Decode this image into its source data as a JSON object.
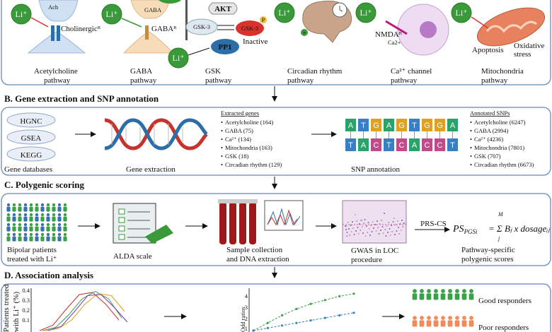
{
  "lithium_label": "Li⁺",
  "section_a": {
    "pathways": [
      {
        "label_line1": "Acetylcholine",
        "label_line2": "pathway"
      },
      {
        "label_line1": "GABA",
        "label_line2": "pathway"
      },
      {
        "label_line1": "GSK",
        "label_line2": "pathway"
      },
      {
        "label_line1": "Circadian rhythm",
        "label_line2": "pathway"
      },
      {
        "label_line1": "Ca²⁺ channel",
        "label_line2": "pathway"
      },
      {
        "label_line1": "Mitochondria",
        "label_line2": "pathway"
      }
    ],
    "ach_label": "Ach",
    "cholinergic_receptor": "Cholinergicᴿ",
    "gaba_label": "GABA",
    "gaba_receptor": "GABAᴿ",
    "akt": "AKT",
    "gsk3": "GSK-3",
    "gsk3_inactive": "GSK-3",
    "inactive": "Inactive",
    "pp1": "PP1",
    "p_badge": "P",
    "nmda": "NMDAᴿ",
    "ca_ion": "Ca2+",
    "apoptosis": "Apoptosis",
    "oxidative_line1": "Oxidative",
    "oxidative_line2": "stress",
    "plus": "+"
  },
  "section_b": {
    "title": "B. Gene extraction and SNP annotation",
    "databases": [
      "HGNC",
      "GSEA",
      "KEGG"
    ],
    "databases_caption": "Gene databases",
    "extraction_caption": "Gene extraction",
    "extracted_title": "Extracted genes",
    "extracted_items": [
      "Acetylcholine (164)",
      "GABA (75)",
      "Ca²⁺ (134)",
      "Mitochondria (163)",
      "GSK (18)",
      "Circadian rhythm (129)"
    ],
    "snp_top": [
      "A",
      "T",
      "G",
      "A",
      "G",
      "T",
      "G",
      "G",
      "A"
    ],
    "snp_bottom": [
      "T",
      "A",
      "C",
      "T",
      "C",
      "A",
      "C",
      "C",
      "T"
    ],
    "snp_caption": "SNP annotation",
    "annotated_title": "Annotated SNPs",
    "annotated_items": [
      "Acetylcholine (6247)",
      "GABA (2994)",
      "Ca²⁺ (4236)",
      "Mitochondria (7801)",
      "GSK (707)",
      "Circadian rhythm (6673)"
    ]
  },
  "section_c": {
    "title": "C.  Polygenic scoring",
    "patients_line1": "Bipolar patients",
    "patients_line2": "treated with Li⁺",
    "alda": "ALDA scale",
    "sample_line1": "Sample collection",
    "sample_line2": "and DNA extraction",
    "gwas_line1": "GWAS in LOC",
    "gwas_line2": "procedure",
    "prscs": "PRS-CS",
    "formula_lhs": "PS",
    "formula_sub": "PGSi",
    "formula_rhs": "= Σ Bⱼ x dosageᵢⱼ",
    "formula_sum_top": "M",
    "formula_sum_bottom": "j",
    "scores_line1": "Pathway-specific",
    "scores_line2": "polygenic scores"
  },
  "section_d": {
    "title": "D. Association analysis",
    "ylabel_line1": "Patients treated",
    "ylabel_line2": "with Li⁺ (%)",
    "yticks": [
      "0.4",
      "0.3",
      "0.2",
      "0.1"
    ],
    "odd_label": "Odd ratios",
    "odd_ticks": [
      "4",
      "3",
      "2",
      "1"
    ],
    "good": "Good responders",
    "poor": "Poor responders"
  },
  "colors": {
    "border": "#7b97c9",
    "lithium": "#3a9a3a",
    "green_people": "#3aa04a",
    "orange_people": "#f28a5a",
    "dna_red": "#c8322c",
    "dna_blue": "#2b6ea8"
  },
  "chart_data": [
    {
      "type": "line",
      "title": "",
      "xlabel": "",
      "ylabel": "Patients treated with Li⁺ (%)",
      "ylim": [
        0,
        0.4
      ],
      "yticks": [
        0.1,
        0.2,
        0.3,
        0.4
      ],
      "series": [
        {
          "values": [
            0.0,
            0.05,
            0.2,
            0.34,
            0.36,
            0.25,
            0.1
          ]
        },
        {
          "values": [
            0.0,
            0.03,
            0.15,
            0.3,
            0.37,
            0.3,
            0.12
          ]
        },
        {
          "values": [
            0.0,
            0.02,
            0.1,
            0.25,
            0.35,
            0.33,
            0.18
          ]
        },
        {
          "values": [
            0.0,
            0.04,
            0.18,
            0.33,
            0.34,
            0.22,
            0.08
          ]
        }
      ]
    },
    {
      "type": "line",
      "title": "",
      "ylabel": "Odd ratios",
      "ylim": [
        1,
        4
      ],
      "yticks": [
        1,
        2,
        3,
        4
      ],
      "series": [
        {
          "values": [
            1.0,
            1.6,
            2.2,
            2.7,
            3.1,
            3.4,
            3.7,
            3.9
          ]
        },
        {
          "values": [
            1.0,
            1.2,
            1.4,
            1.6,
            1.8,
            2.0,
            2.2,
            2.4
          ]
        }
      ]
    }
  ]
}
